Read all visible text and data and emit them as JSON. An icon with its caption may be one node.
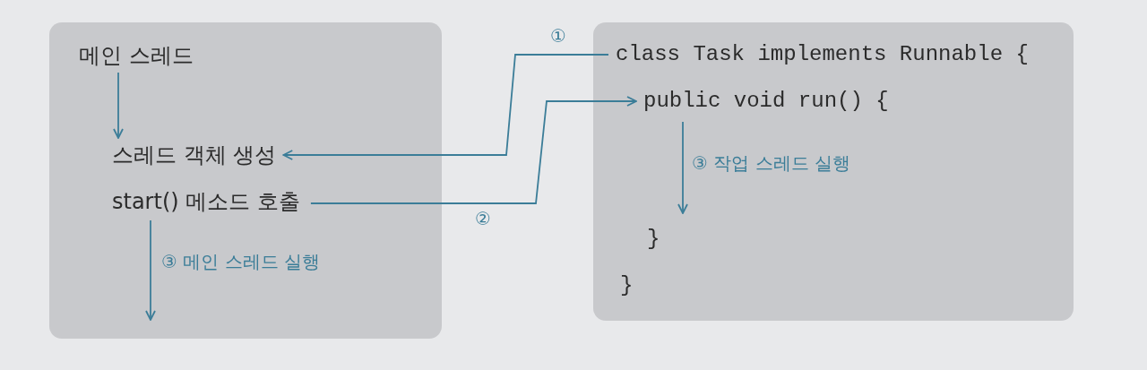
{
  "diagram": {
    "nodes": [
      {
        "text": [],
        "shape": "box"
      },
      {
        "text": [
          "메인 스레드"
        ],
        "in": 0
      },
      {
        "text": [
          "스레드 객체 생성"
        ],
        "in": 0
      },
      {
        "text": [
          "start() 메소드 호출"
        ],
        "in": 0
      },
      {
        "text": [],
        "shape": "box"
      },
      {
        "text": [
          "class Task implements Runnable {"
        ],
        "in": 4
      },
      {
        "text": [
          "public void run() {"
        ],
        "in": 4
      },
      {
        "text": [
          "}"
        ],
        "in": 4
      },
      {
        "text": [
          "}"
        ],
        "in": 4
      }
    ],
    "edges": [
      {
        "from": 1,
        "to": 2,
        "arrow": "to"
      },
      {
        "from": 5,
        "to": 2,
        "arrow": "to",
        "label": "①"
      },
      {
        "from": 3,
        "to": 6,
        "arrow": "to",
        "label": "②"
      },
      {
        "from": 3,
        "to": null,
        "arrow": "to",
        "label": "③ 메인 스레드 실행"
      },
      {
        "from": 6,
        "to": 7,
        "arrow": "to",
        "label": "③ 작업 스레드 실행"
      }
    ]
  }
}
